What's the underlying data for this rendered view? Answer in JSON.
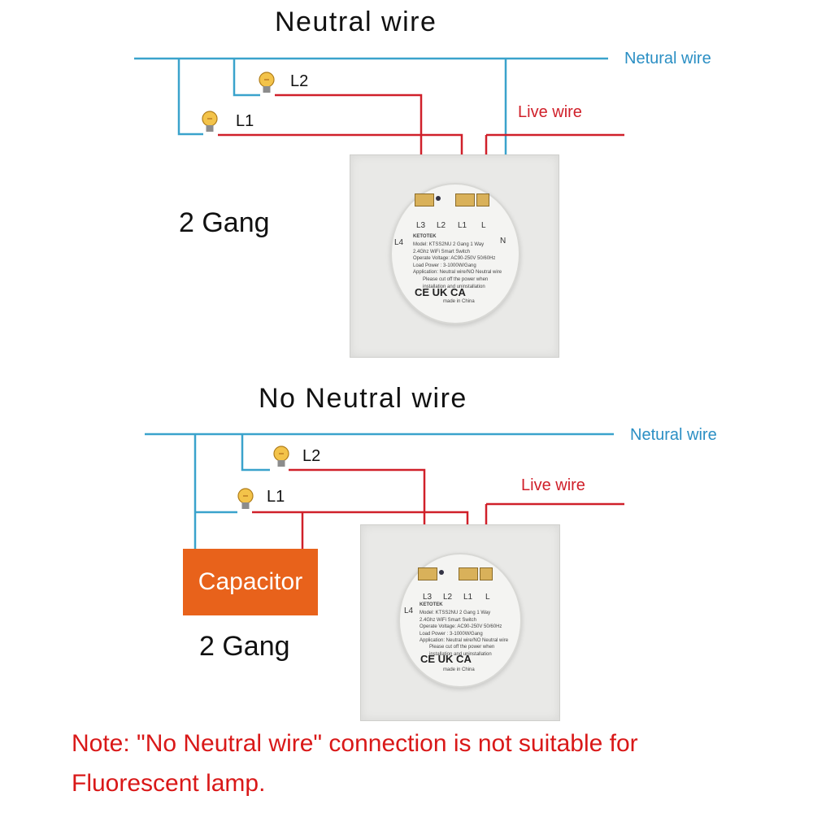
{
  "top": {
    "title": "Neutral wire",
    "neutral_label": "Netural wire",
    "live_label": "Live wire",
    "lamp_l2": "L2",
    "lamp_l1": "L1",
    "gang_label": "2 Gang"
  },
  "bottom": {
    "title": "No Neutral wire",
    "neutral_label": "Netural wire",
    "live_label": "Live wire",
    "lamp_l2": "L2",
    "lamp_l1": "L1",
    "capacitor_label": "Capacitor",
    "gang_label": "2 Gang"
  },
  "switch": {
    "terminals": [
      "L3",
      "L2",
      "L1",
      "L"
    ],
    "terminal_l4": "L4",
    "terminal_n": "N",
    "brand": "KETOTEK",
    "info_lines": [
      "Model: KTSS2NU  2 Gang 1 Way",
      "2.4Ghz WiFi Smart Switch",
      "Operate Voltage:  AC90-250V 50/60Hz",
      "Load Power :  3-1000W/Gang",
      "Application:   Neutral wire/NO Neutral wire"
    ],
    "warning": "Please cut off the power when installation and uninstallation",
    "cert_marks": "CE UK CA",
    "made_in": "made in China"
  },
  "note": {
    "line1": "Note: \"No Neutral wire\" connection is not suitable for",
    "line2": "Fluorescent lamp."
  },
  "colors": {
    "neutral_wire": "#3aa3cc",
    "live_wire": "#d0202a",
    "capacitor": "#e8621b",
    "note_text": "#d91818"
  },
  "icons": {
    "lamp": "light-bulb-icon",
    "warning": "warning-triangle-icon",
    "wifi": "wifi-icon",
    "bin": "crossed-bin-icon"
  }
}
